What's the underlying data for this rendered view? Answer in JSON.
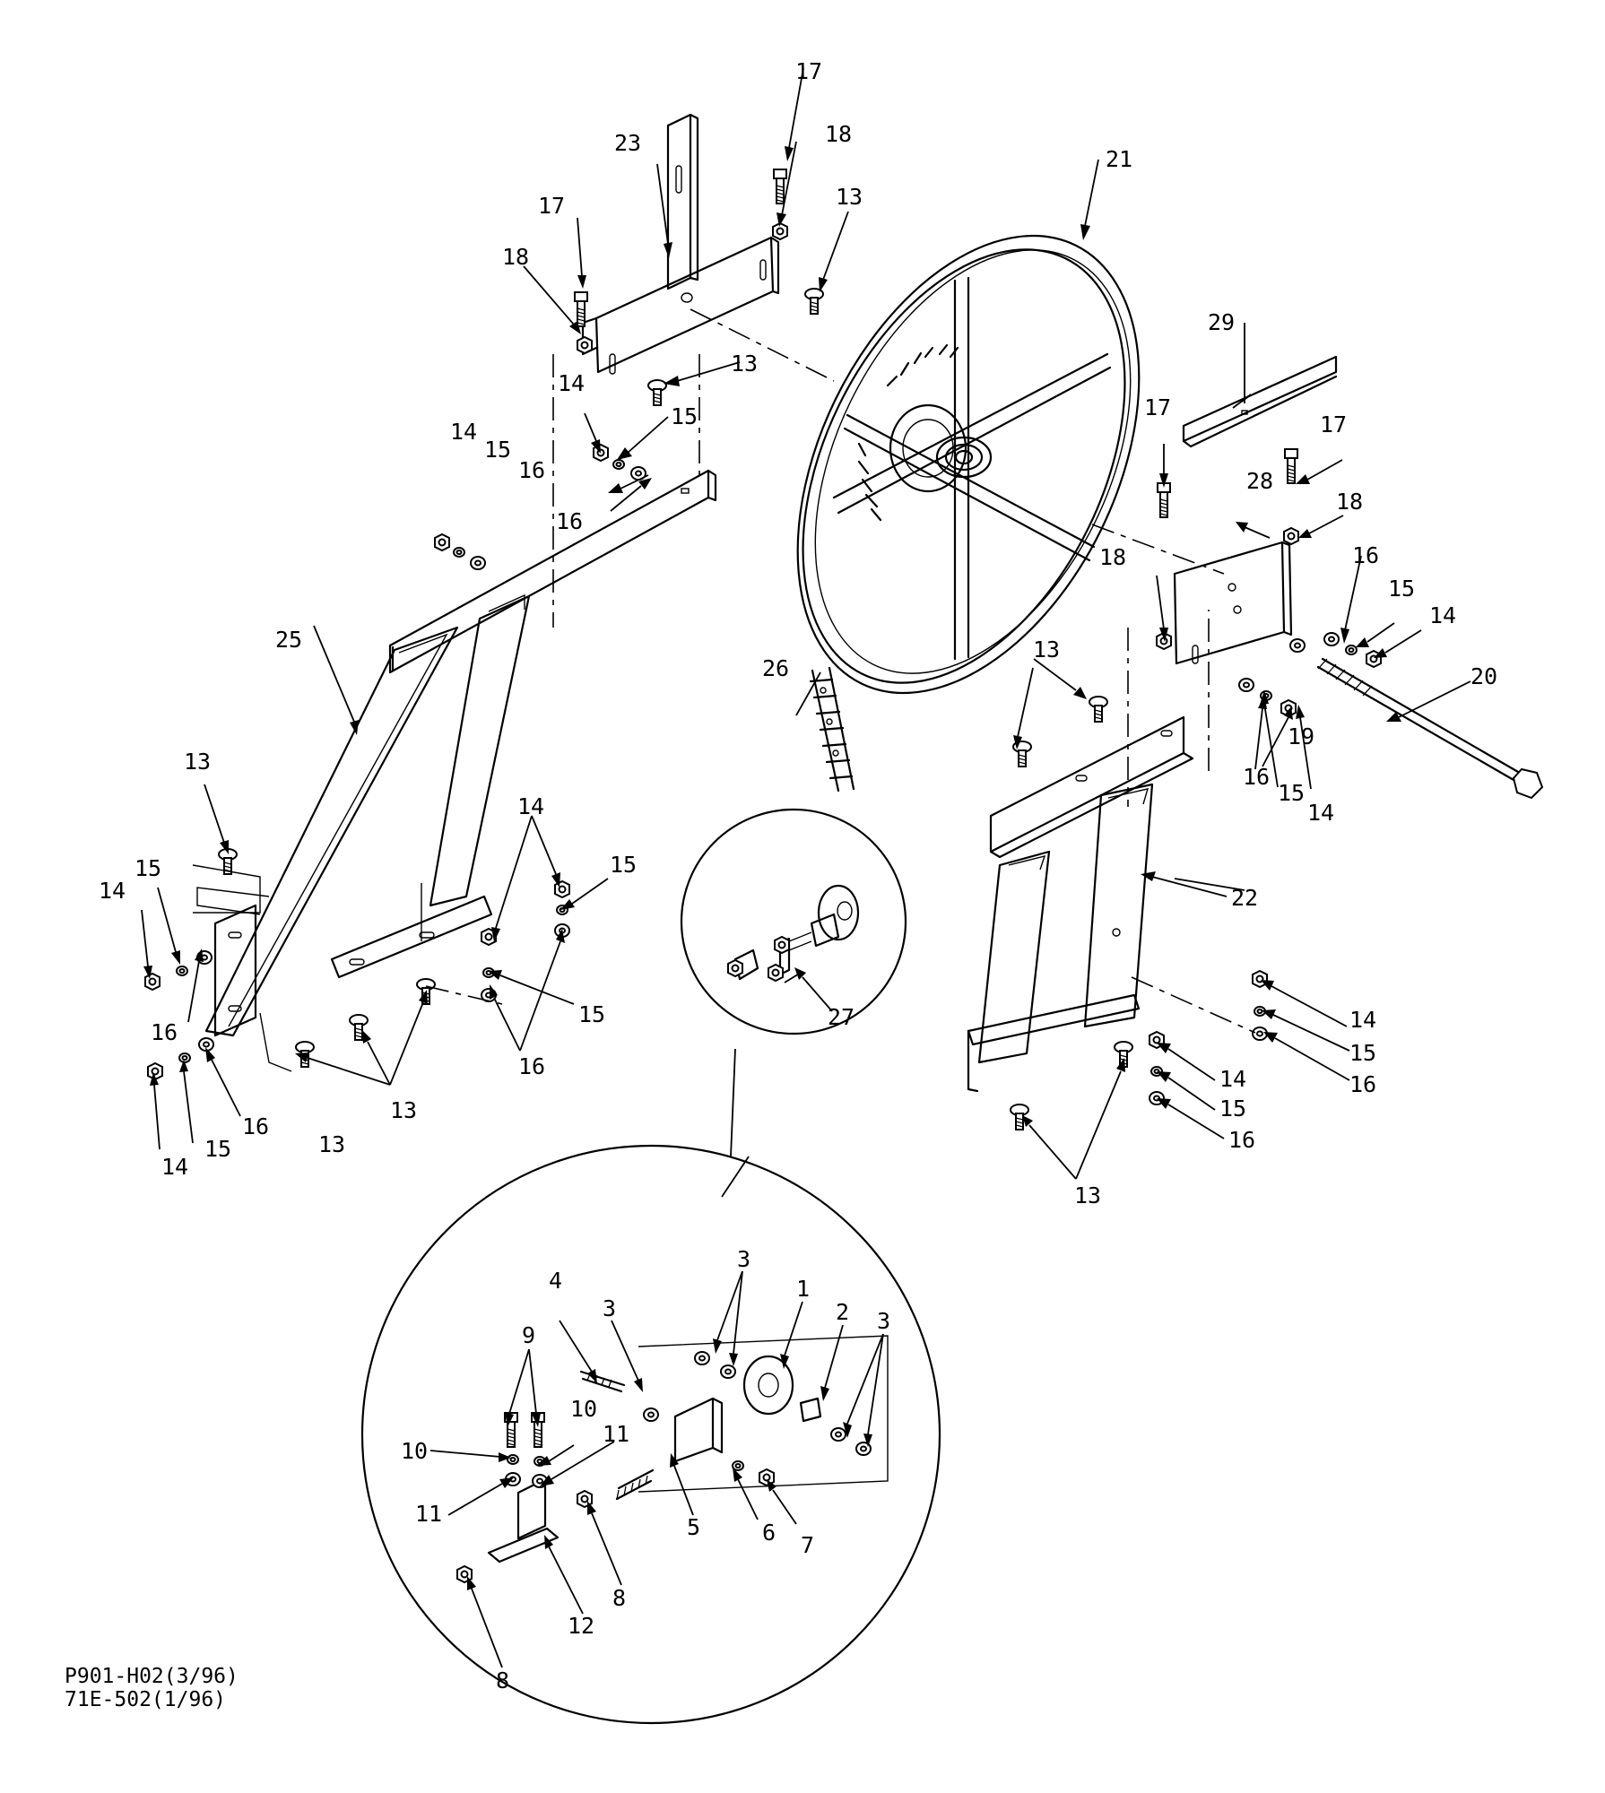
{
  "drawing": {
    "code_lines": [
      "P901-H02(3/96)",
      "71E-502(1/96)"
    ]
  },
  "callouts": {
    "c1": "1",
    "c2": "2",
    "c3a": "3",
    "c3b": "3",
    "c3c": "3",
    "c4": "4",
    "c5": "5",
    "c6": "6",
    "c7": "7",
    "c8a": "8",
    "c8b": "8",
    "c9": "9",
    "c10a": "10",
    "c10b": "10",
    "c11a": "11",
    "c11b": "11",
    "c12": "12",
    "c13a": "13",
    "c13b": "13",
    "c13c": "13",
    "c13d": "13",
    "c13e": "13",
    "c13f": "13",
    "c13g": "13",
    "c14a": "14",
    "c14b": "14",
    "c14c": "14",
    "c14d": "14",
    "c14e": "14",
    "c14f": "14",
    "c14g": "14",
    "c14h": "14",
    "c14i": "14",
    "c15a": "15",
    "c15b": "15",
    "c15c": "15",
    "c15d": "15",
    "c15e": "15",
    "c15f": "15",
    "c15g": "15",
    "c15h": "15",
    "c15i": "15",
    "c16a": "16",
    "c16b": "16",
    "c16c": "16",
    "c16d": "16",
    "c16e": "16",
    "c16f": "16",
    "c16g": "16",
    "c16h": "16",
    "c17a": "17",
    "c17b": "17",
    "c17c": "17",
    "c17d": "17",
    "c18a": "18",
    "c18b": "18",
    "c18c": "18",
    "c18d": "18",
    "c19": "19",
    "c20": "20",
    "c21": "21",
    "c22": "22",
    "c23": "23",
    "c25": "25",
    "c26": "26",
    "c27": "27",
    "c28": "28",
    "c29": "29"
  }
}
